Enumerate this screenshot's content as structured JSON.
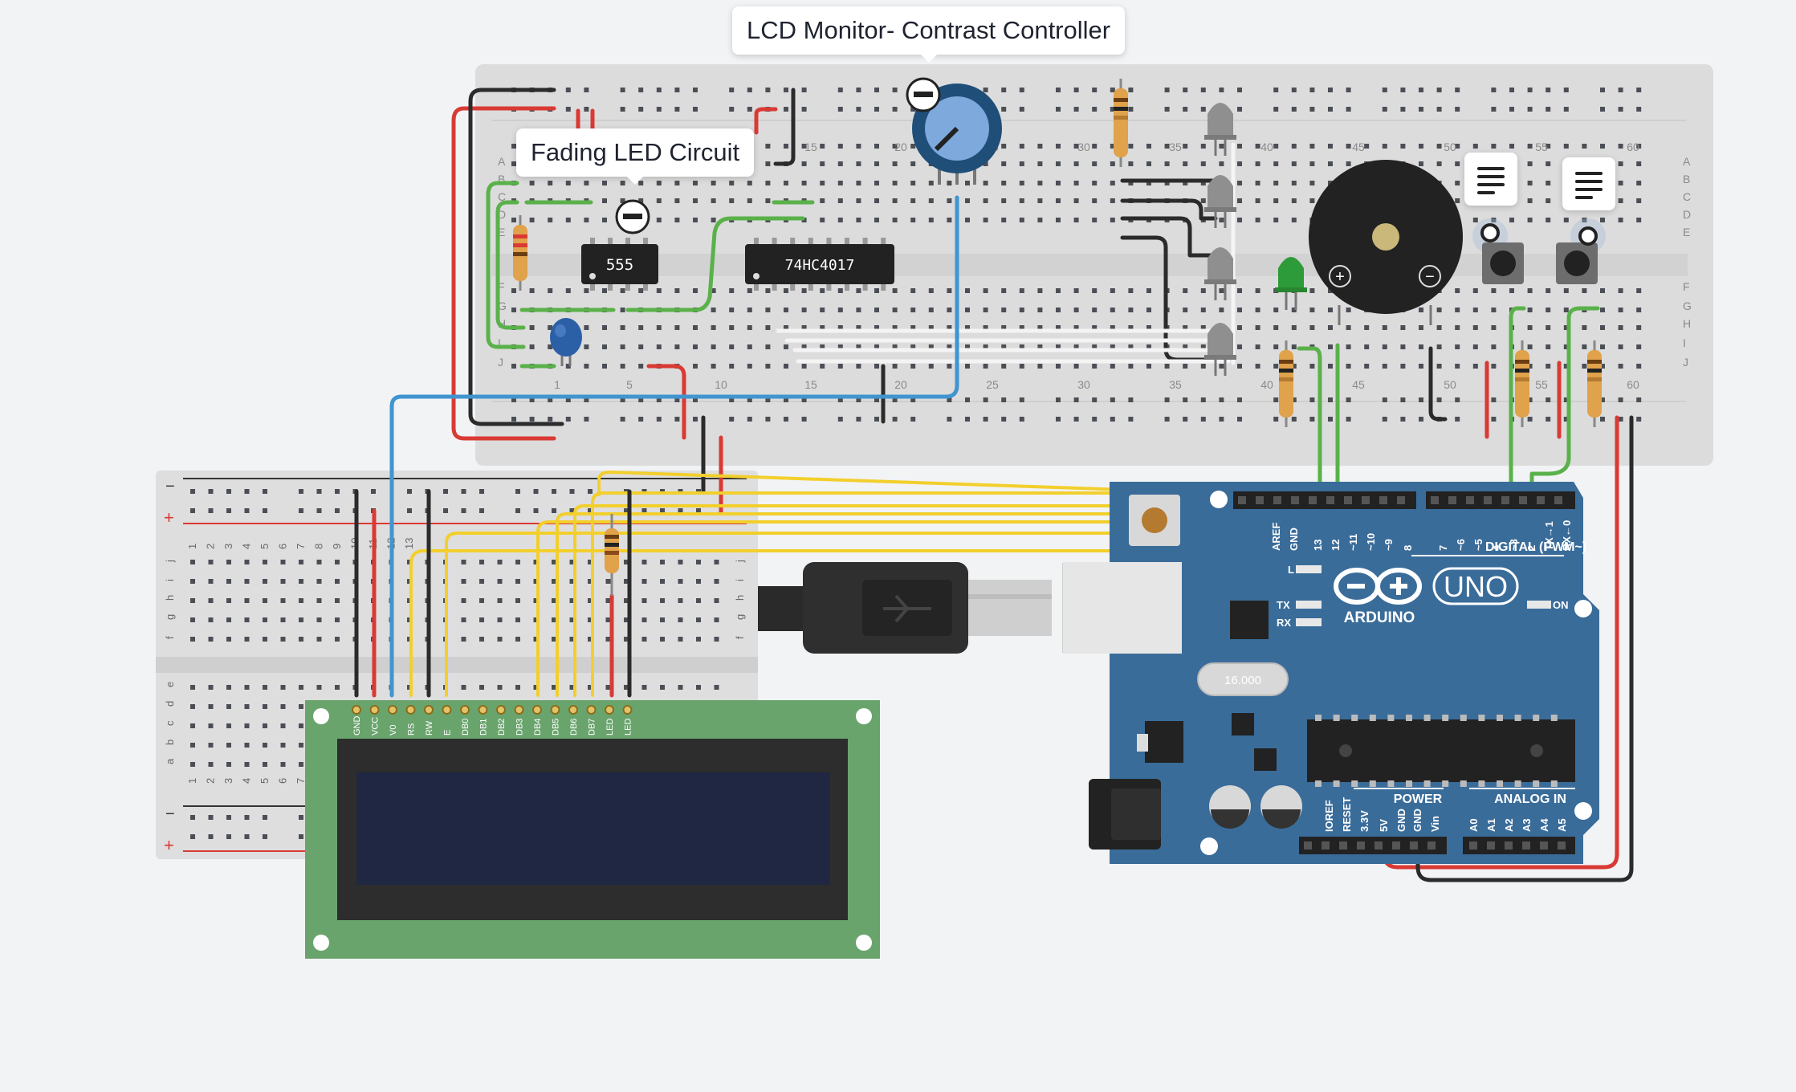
{
  "notes": {
    "lcd_contrast": "LCD Monitor- Contrast Controller",
    "fading_led": "Fading LED Circuit"
  },
  "chips": {
    "timer": "555",
    "counter": "74HC4017"
  },
  "breadboard_top": {
    "row_letters_left": [
      "A",
      "B",
      "C",
      "D",
      "E",
      "F",
      "G",
      "H",
      "I",
      "J"
    ],
    "row_letters_right": [
      "A",
      "B",
      "C",
      "D",
      "E",
      "F",
      "G",
      "H",
      "I",
      "J"
    ],
    "column_numbers_top": [
      "15",
      "20",
      "25",
      "30",
      "35",
      "40",
      "45",
      "50",
      "55",
      "60"
    ],
    "column_numbers_bottom": [
      "1",
      "5",
      "10",
      "15",
      "20",
      "25",
      "30",
      "35",
      "40",
      "45",
      "50",
      "55",
      "60"
    ]
  },
  "breadboard_left": {
    "row_letters_top": [
      "j",
      "i",
      "h",
      "g",
      "f"
    ],
    "row_letters_bottom": [
      "e",
      "d",
      "c",
      "b",
      "a"
    ],
    "column_numbers": [
      "1",
      "2",
      "3",
      "4",
      "5",
      "6",
      "7",
      "8",
      "9",
      "10",
      "11",
      "12",
      "13"
    ],
    "rail_minus": "−",
    "rail_plus": "+"
  },
  "lcd": {
    "pins": [
      "GND",
      "VCC",
      "V0",
      "RS",
      "RW",
      "E",
      "DB0",
      "DB1",
      "DB2",
      "DB3",
      "DB4",
      "DB5",
      "DB6",
      "DB7",
      "LED",
      "LED"
    ]
  },
  "arduino": {
    "brand": "ARDUINO",
    "model": "UNO",
    "digital_label": "DIGITAL (PWM~)",
    "digital_pins_top": [
      "AREF",
      "GND",
      "13",
      "12",
      "~11",
      "~10",
      "~9",
      "8",
      "7",
      "~6",
      "~5",
      "4",
      "~3",
      "2",
      "TX→1",
      "RX←0"
    ],
    "power_label": "POWER",
    "analog_label": "ANALOG IN",
    "power_pins": [
      "IOREF",
      "RESET",
      "3.3V",
      "5V",
      "GND",
      "GND",
      "Vin"
    ],
    "analog_pins": [
      "A0",
      "A1",
      "A2",
      "A3",
      "A4",
      "A5"
    ],
    "led_l": "L",
    "led_tx": "TX",
    "led_rx": "RX",
    "led_on": "ON",
    "crystal": "16.000"
  },
  "buzzer": {
    "plus": "+",
    "minus": "−"
  },
  "colors": {
    "wire_red": "#d93a34",
    "wire_black": "#2b2b2b",
    "wire_green": "#5ab14a",
    "wire_blue": "#3f95d0",
    "wire_yellow": "#f2cf2c",
    "arduino_blue": "#3a6c9a",
    "lcd_green": "#6aa46d",
    "breadboard": "#dcdcdc"
  },
  "icons": [
    "potentiometer-icon",
    "usb-cable-icon",
    "arduino-logo-icon",
    "note-lines-icon",
    "pushbutton-icon",
    "buzzer-icon"
  ]
}
